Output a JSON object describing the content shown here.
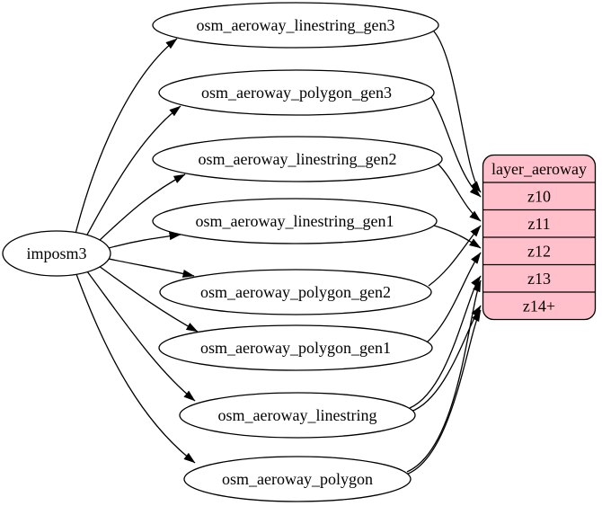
{
  "diagram": {
    "type": "graphviz-etl-graph",
    "background_color": "#ffffff",
    "edge_color": "#000000",
    "node_fill": "#ffffff",
    "node_stroke": "#000000",
    "source": {
      "label": "imposm3"
    },
    "tables": [
      {
        "label": "osm_aeroway_linestring_gen3"
      },
      {
        "label": "osm_aeroway_polygon_gen3"
      },
      {
        "label": "osm_aeroway_linestring_gen2"
      },
      {
        "label": "osm_aeroway_linestring_gen1"
      },
      {
        "label": "osm_aeroway_polygon_gen2"
      },
      {
        "label": "osm_aeroway_polygon_gen1"
      },
      {
        "label": "osm_aeroway_linestring"
      },
      {
        "label": "osm_aeroway_polygon"
      }
    ],
    "layer": {
      "title": "layer_aeroway",
      "fill": "#ffc0cb",
      "rows": [
        "z10",
        "z11",
        "z12",
        "z13",
        "z14+"
      ]
    },
    "edges": {
      "from_source": [
        "osm_aeroway_linestring_gen3",
        "osm_aeroway_polygon_gen3",
        "osm_aeroway_linestring_gen2",
        "osm_aeroway_linestring_gen1",
        "osm_aeroway_polygon_gen2",
        "osm_aeroway_polygon_gen1",
        "osm_aeroway_linestring",
        "osm_aeroway_polygon"
      ],
      "to_layer": [
        {
          "from": "osm_aeroway_linestring_gen3",
          "to": "z10"
        },
        {
          "from": "osm_aeroway_polygon_gen3",
          "to": "z10"
        },
        {
          "from": "osm_aeroway_linestring_gen2",
          "to": "z11"
        },
        {
          "from": "osm_aeroway_polygon_gen2",
          "to": "z11"
        },
        {
          "from": "osm_aeroway_linestring_gen1",
          "to": "z12"
        },
        {
          "from": "osm_aeroway_polygon_gen1",
          "to": "z12"
        },
        {
          "from": "osm_aeroway_linestring",
          "to": "z13"
        },
        {
          "from": "osm_aeroway_linestring",
          "to": "z14+"
        },
        {
          "from": "osm_aeroway_polygon",
          "to": "z13"
        },
        {
          "from": "osm_aeroway_polygon",
          "to": "z14+"
        }
      ]
    }
  }
}
